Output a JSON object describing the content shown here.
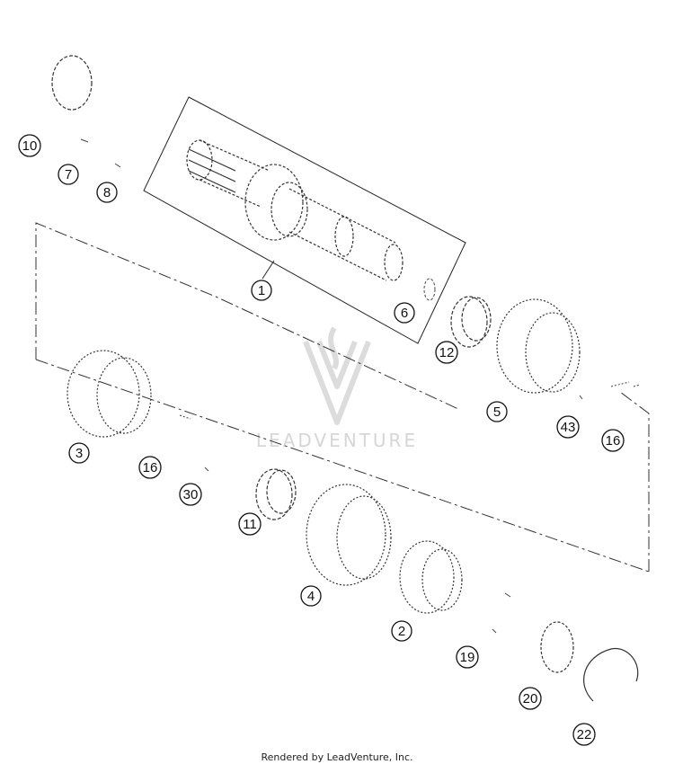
{
  "watermark": {
    "text": "LEADVENTURE"
  },
  "footer": {
    "text": "Rendered by LeadVenture, Inc."
  },
  "callouts": {
    "c1": "1",
    "c2": "2",
    "c3": "3",
    "c4": "4",
    "c5": "5",
    "c6": "6",
    "c7": "7",
    "c8": "8",
    "c10": "10",
    "c11": "11",
    "c12": "12",
    "c16a": "16",
    "c16b": "16",
    "c19": "19",
    "c20": "20",
    "c22": "22",
    "c30": "30",
    "c43": "43"
  },
  "colors": {
    "line": "#222222",
    "watermark": "#d6d6d6"
  }
}
